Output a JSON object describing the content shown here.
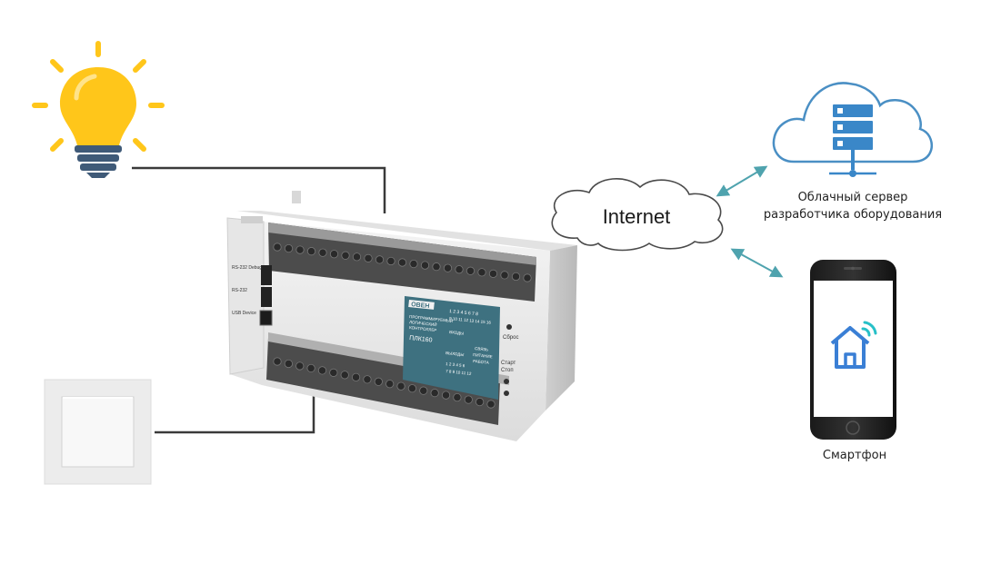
{
  "internet": {
    "label": "Internet"
  },
  "cloud_server": {
    "label_line1": "Облачный сервер",
    "label_line2": "разработчика оборудования",
    "icon": "server-icon"
  },
  "smartphone": {
    "label": "Смартфон",
    "icon": "smart-home-icon"
  },
  "lamp": {
    "icon": "light-bulb-icon"
  },
  "switch": {
    "icon": "wall-switch-icon"
  },
  "plc": {
    "brand": "ОВЕН",
    "description_line1": "ПРОГРАММИРУЕМЫЙ",
    "description_line2": "ЛОГИЧЕСКИЙ",
    "description_line3": "КОНТРОЛЛЕР",
    "model": "ПЛК160",
    "port_rs232_debug": "RS-232 Debug",
    "port_rs232": "RS-232",
    "port_usb": "USB Device",
    "reset_label": "Сброс",
    "start_label": "Старт",
    "stop_label": "Стоп",
    "inputs_label": "ВХОДЫ",
    "outputs_label": "ВЫХОДЫ",
    "status_line1": "СВЯЗЬ",
    "status_line2": "ПИТАНИЕ",
    "status_line3": "РАБОТА",
    "inputs_row1": "1 2 3 4 5 6 7 8",
    "inputs_row2": "9 10 11 12 13 14 15 16",
    "outputs_row1": "1 2 3 4 5 6",
    "outputs_row2": "7 8 9 10 11 12"
  },
  "colors": {
    "bulb": "#FFC61A",
    "bulb_base": "#3F5A78",
    "cloud_stroke": "#4A8FC4",
    "server": "#3A87C8",
    "arrow": "#4FA3AE",
    "wire": "#3a3a3a",
    "plc_panel": "#3E7180",
    "home_icon": "#3A7FD5",
    "wifi_icon": "#27C0C8"
  }
}
